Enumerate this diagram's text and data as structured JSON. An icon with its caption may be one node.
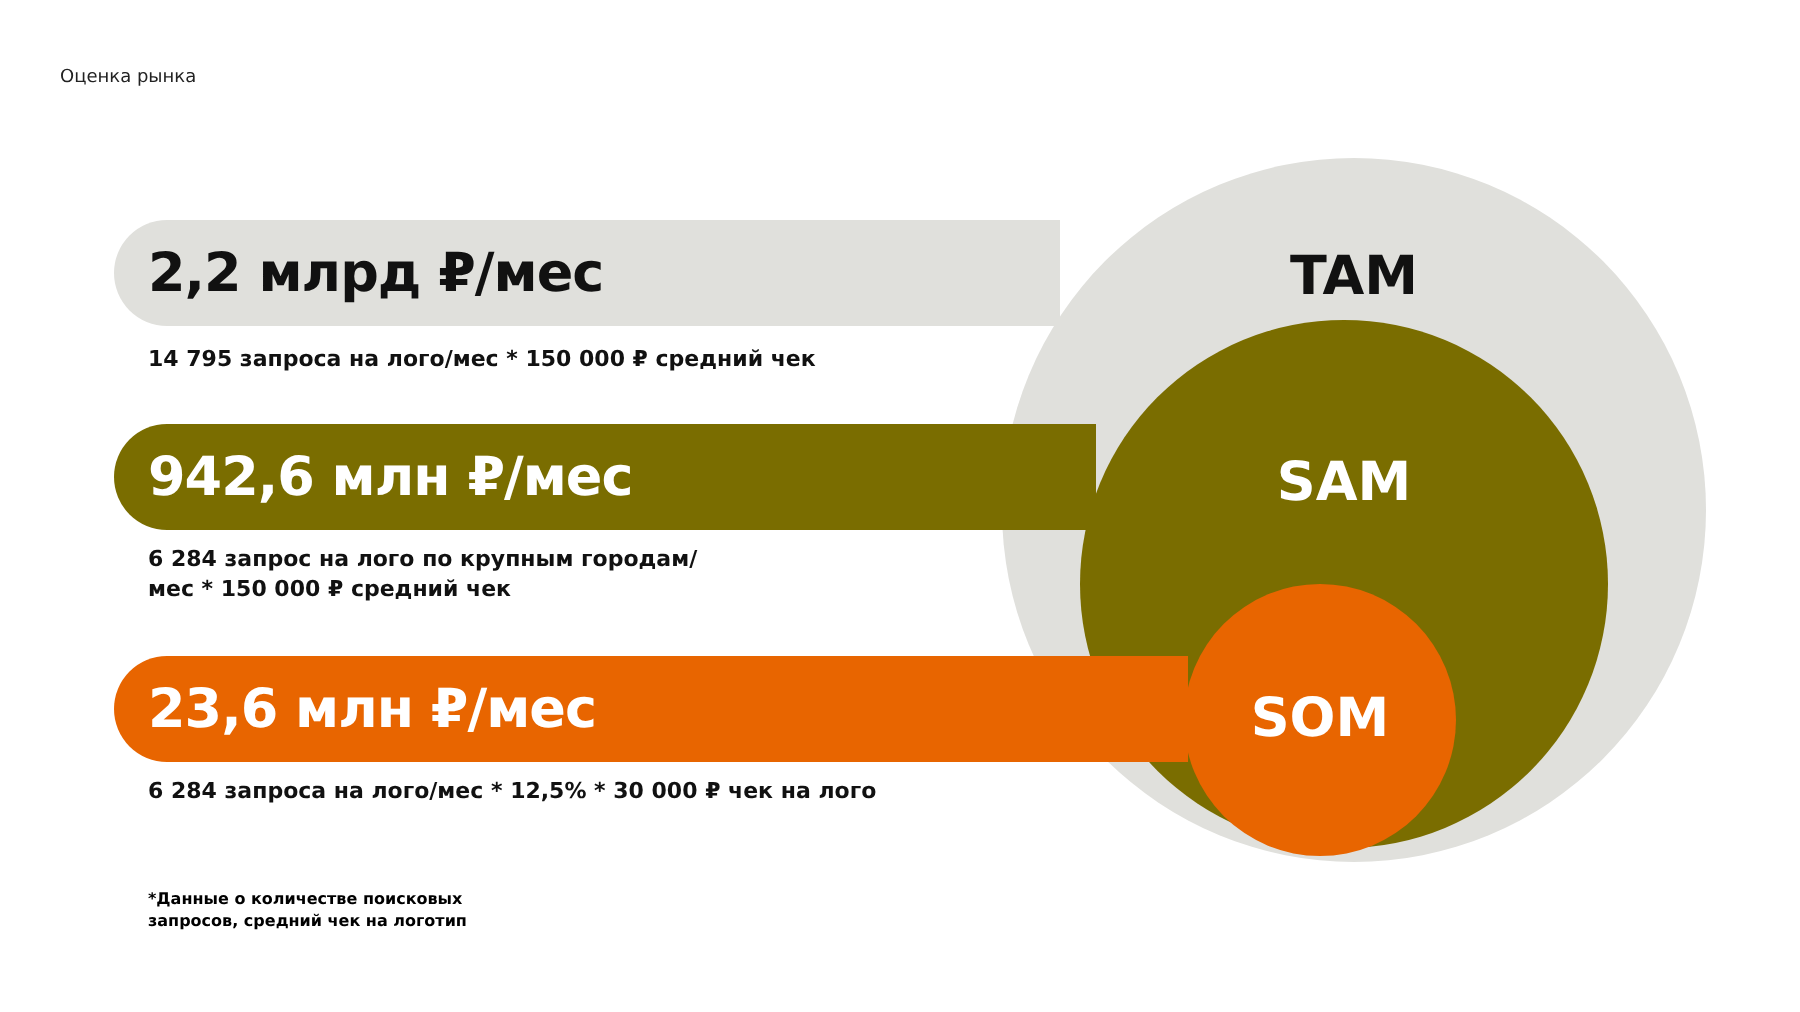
{
  "diagram": {
    "title": "Оценка рынка",
    "nodes": [
      {
        "text": [
          "2,2 млрд ₽/мес"
        ],
        "beside": [
          "14 795 запроса на лого/мес * 150 000 ₽ средний чек"
        ]
      },
      {
        "text": [
          "TAM"
        ]
      },
      {
        "text": [
          "942,6 млн ₽/мес"
        ],
        "beside": [
          "6 284 запрос на лого по крупным городам/ мес * 150 000 ₽ средний чек"
        ]
      },
      {
        "text": [
          "SAM"
        ],
        "in": 1
      },
      {
        "text": [
          "23,6 млн ₽/мес"
        ],
        "beside": [
          "6 284 запроса на лого/мес * 12,5% * 30 000 ₽ чек на лого"
        ]
      },
      {
        "text": [
          "SOM"
        ],
        "in": 3
      }
    ],
    "labels": [
      "*Данные о количестве поисковых запросов, средний чек на логотип"
    ]
  }
}
